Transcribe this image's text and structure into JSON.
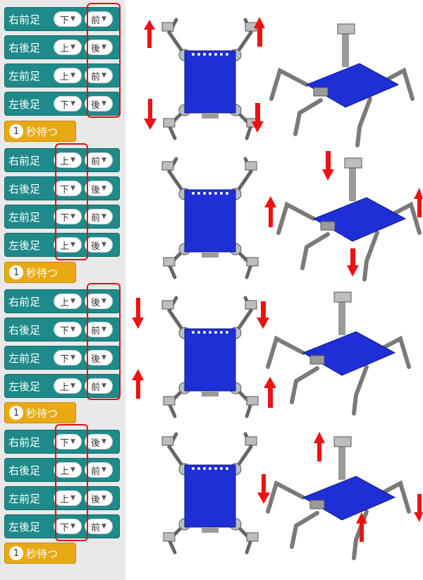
{
  "groups": [
    {
      "rows": [
        {
          "label": "右前足",
          "dir": "下",
          "fb": "前"
        },
        {
          "label": "右後足",
          "dir": "上",
          "fb": "後"
        },
        {
          "label": "左前足",
          "dir": "上",
          "fb": "前"
        },
        {
          "label": "左後足",
          "dir": "下",
          "fb": "後"
        }
      ],
      "wait": {
        "num": "1",
        "text": "秒待つ"
      }
    },
    {
      "rows": [
        {
          "label": "右前足",
          "dir": "上",
          "fb": "前"
        },
        {
          "label": "右後足",
          "dir": "下",
          "fb": "後"
        },
        {
          "label": "左前足",
          "dir": "下",
          "fb": "前"
        },
        {
          "label": "左後足",
          "dir": "上",
          "fb": "後"
        }
      ],
      "wait": {
        "num": "1",
        "text": "秒待つ"
      }
    },
    {
      "rows": [
        {
          "label": "右前足",
          "dir": "上",
          "fb": "後"
        },
        {
          "label": "右後足",
          "dir": "下",
          "fb": "前"
        },
        {
          "label": "左前足",
          "dir": "下",
          "fb": "後"
        },
        {
          "label": "左後足",
          "dir": "上",
          "fb": "前"
        }
      ],
      "wait": {
        "num": "1",
        "text": "秒待つ"
      }
    },
    {
      "rows": [
        {
          "label": "右前足",
          "dir": "下",
          "fb": "後"
        },
        {
          "label": "右後足",
          "dir": "上",
          "fb": "前"
        },
        {
          "label": "左前足",
          "dir": "上",
          "fb": "後"
        },
        {
          "label": "左後足",
          "dir": "下",
          "fb": "前"
        }
      ],
      "wait": {
        "num": "1",
        "text": "秒待つ"
      }
    }
  ],
  "colors": {
    "motion_block": "#1e8a8a",
    "wait_block": "#e8a914",
    "highlight": "#e01010",
    "robot_board": "#1f2fd6"
  },
  "icons": [
    "dropdown-arrow-icon",
    "up-arrow-icon",
    "down-arrow-icon",
    "robot-top-view",
    "robot-3d-view"
  ]
}
